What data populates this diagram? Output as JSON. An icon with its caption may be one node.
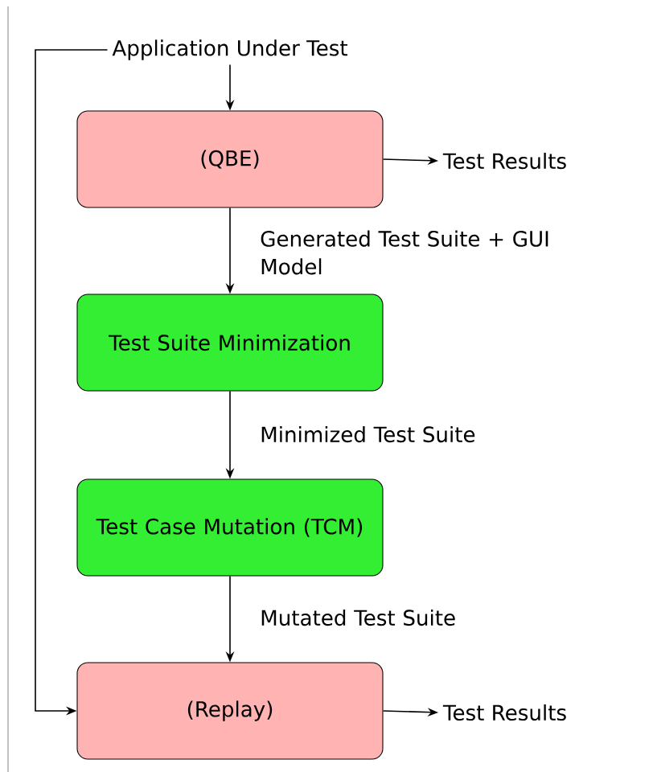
{
  "diagram": {
    "nodes": [
      {
        "text": [
          "Application Under Test"
        ]
      },
      {
        "text": [
          "(QBE)"
        ]
      },
      {
        "text": [
          "Test Results"
        ]
      },
      {
        "text": [
          "Test Suite Minimization"
        ]
      },
      {
        "text": [
          "Test Case Mutation (TCM)"
        ]
      },
      {
        "text": [
          "(Replay)"
        ]
      },
      {
        "text": [
          "Test Results"
        ]
      }
    ],
    "edges": [
      {
        "from": 0,
        "to": 1,
        "arrow": "to"
      },
      {
        "from": 1,
        "to": 2,
        "arrow": "to"
      },
      {
        "from": 1,
        "to": 3,
        "arrow": "to",
        "label": "Generated Test Suite + GUI Model"
      },
      {
        "from": 3,
        "to": 4,
        "arrow": "to",
        "label": "Minimized Test Suite"
      },
      {
        "from": 4,
        "to": 5,
        "arrow": "to",
        "label": "Mutated Test Suite"
      },
      {
        "from": 5,
        "to": 6,
        "arrow": "to"
      },
      {
        "from": 0,
        "to": 5,
        "arrow": "to"
      }
    ]
  }
}
